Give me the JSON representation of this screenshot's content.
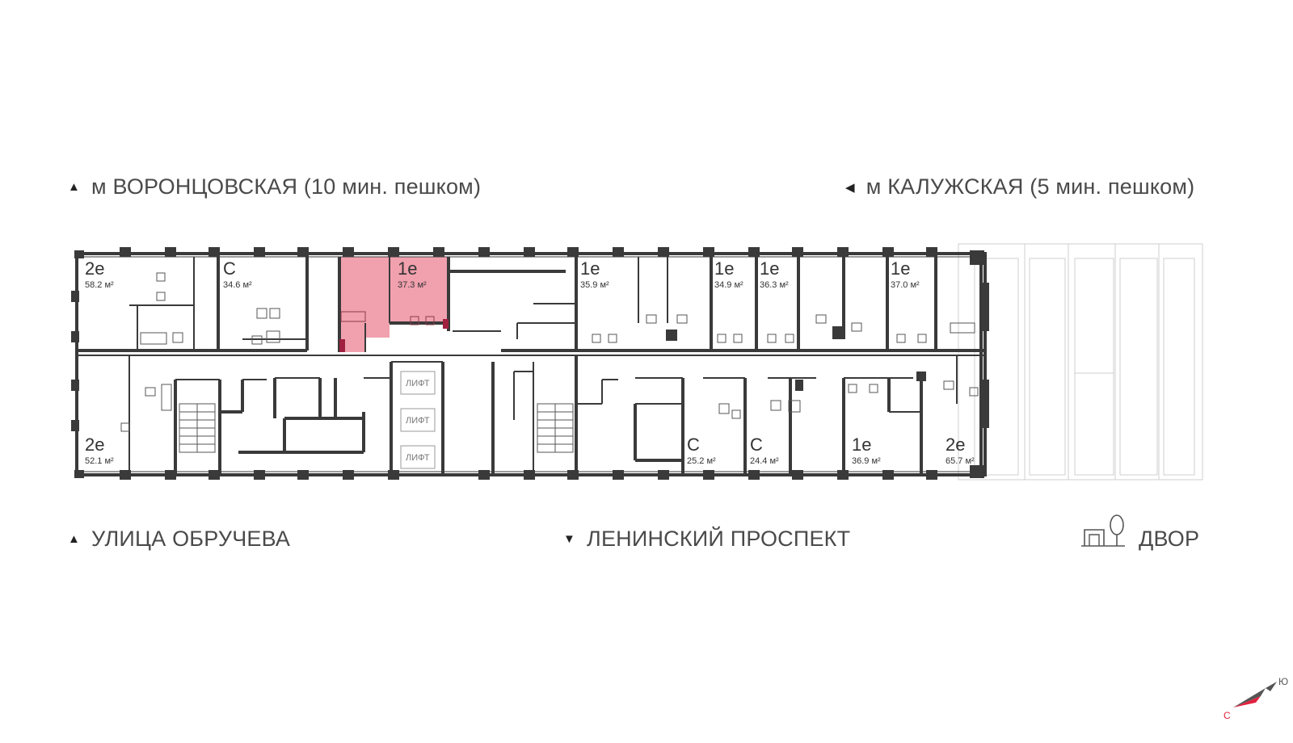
{
  "directions": {
    "top_left": "м ВОРОНЦОВСКАЯ  (10 мин. пешком)",
    "top_right": "м КАЛУЖСКАЯ (5 мин. пешком)",
    "bottom_left": "УЛИЦА ОБРУЧЕВА",
    "bottom_center": "ЛЕНИНСКИЙ ПРОСПЕКТ",
    "bottom_right": "ДВОР"
  },
  "arrows": {
    "top_left": "▲",
    "top_right": "◀",
    "bottom_left": "▲",
    "bottom_center": "▼"
  },
  "icons": {
    "courtyard": "courtyard-icon",
    "compass": "compass-icon"
  },
  "units": [
    {
      "type": "2е",
      "area": "58.2 м²",
      "selected": false
    },
    {
      "type": "С",
      "area": "34.6 м²",
      "selected": false
    },
    {
      "type": "1е",
      "area": "37.3 м²",
      "selected": true
    },
    {
      "type": "1е",
      "area": "35.9 м²",
      "selected": false
    },
    {
      "type": "1е",
      "area": "34.9 м²",
      "selected": false
    },
    {
      "type": "1е",
      "area": "36.3 м²",
      "selected": false
    },
    {
      "type": "1е",
      "area": "37.0 м²",
      "selected": false
    },
    {
      "type": "2е",
      "area": "52.1 м²",
      "selected": false
    },
    {
      "type": "С",
      "area": "25.2 м²",
      "selected": false
    },
    {
      "type": "С",
      "area": "24.4 м²",
      "selected": false
    },
    {
      "type": "1е",
      "area": "36.9 м²",
      "selected": false
    },
    {
      "type": "2е",
      "area": "65.7 м²",
      "selected": false
    }
  ],
  "lifts": [
    "ЛИФТ",
    "ЛИФТ",
    "ЛИФТ"
  ],
  "compass": {
    "north": "С",
    "south": "Ю"
  },
  "colors": {
    "selected_unit": "#f1a0ae",
    "walls": "#3a3a3a",
    "compass_red": "#e2223f",
    "compass_grey": "#555555"
  }
}
